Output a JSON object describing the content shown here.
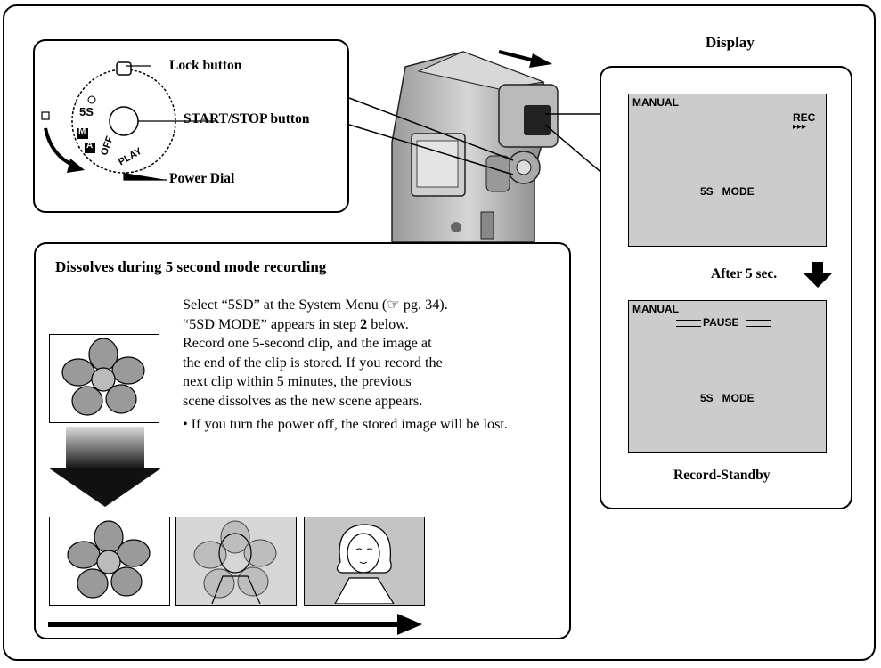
{
  "callout": {
    "lock_button": "Lock button",
    "start_stop_button": "START/STOP button",
    "power_dial": "Power Dial",
    "dial_5s": "5S",
    "dial_m": "M",
    "dial_a": "A",
    "dial_off": "OFF",
    "dial_play": "PLAY"
  },
  "display": {
    "title": "Display",
    "screen1": {
      "manual": "MANUAL",
      "rec": "REC",
      "arrows": "▸▸▸",
      "mode": "5S   MODE"
    },
    "after": "After 5 sec.",
    "screen2": {
      "manual": "MANUAL",
      "pause": "PAUSE",
      "mode": "5S   MODE"
    },
    "caption": "Record-Standby"
  },
  "main": {
    "title": "Dissolves during 5 second mode recording",
    "body_lines": [
      "Select “5SD” at the System Menu (☞ pg. 34).",
      "“5SD MODE” appears in step ",
      "2",
      " below.",
      "Record one 5-second clip, and the image at",
      "the end of the clip is stored. If you record the",
      "next clip within 5 minutes, the previous",
      "scene dissolves as the new scene appears."
    ],
    "bullet_mark": "•",
    "bullet_text": "If you turn the power off, the stored image will be lost."
  },
  "colors": {
    "screen_bg": "#cccccc",
    "gray_thumb": "#c4c4c4",
    "line": "#000000"
  }
}
